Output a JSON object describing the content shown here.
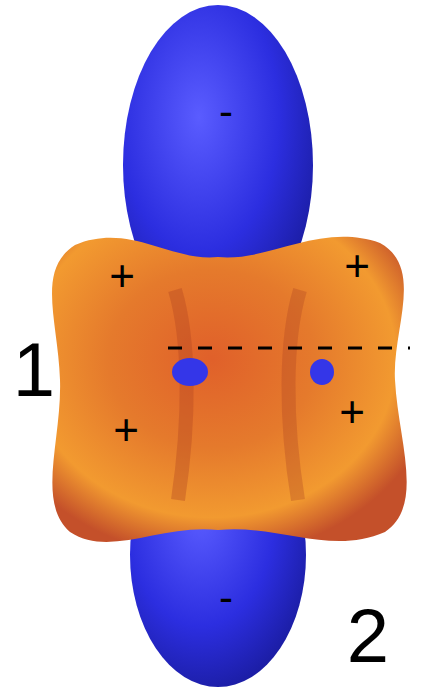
{
  "diagram": {
    "labels": [
      "-",
      "+",
      "+",
      "+",
      "+",
      "-",
      "1",
      "2"
    ]
  }
}
